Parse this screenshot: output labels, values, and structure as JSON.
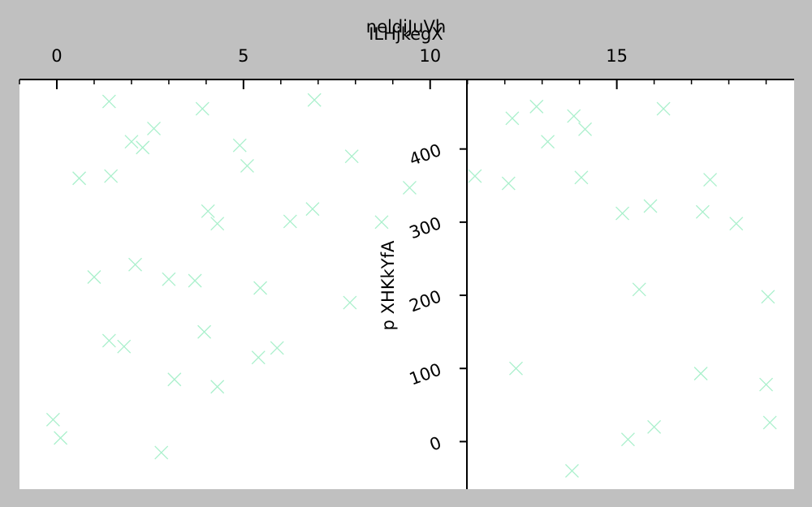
{
  "chart_data": {
    "type": "scatter",
    "title": "neldiJuVh",
    "subtitle": "ILHjkegX",
    "xlabel": "",
    "ylabel": "p XHKkYfA",
    "xlim": [
      -1.0,
      19.75
    ],
    "ylim": [
      -65,
      495
    ],
    "x_ticks": [
      0,
      5,
      10,
      15
    ],
    "y_ticks": [
      0,
      100,
      200,
      300,
      400
    ],
    "grid": false,
    "marker": "x",
    "colors": {
      "marker": "#aaf0cc",
      "plot_bg": "#ffffff",
      "page_bg": "#c0c0c0"
    },
    "series": [
      {
        "x": [
          -0.1,
          0.1,
          0.6,
          1.0,
          1.4,
          1.4,
          1.45,
          1.8,
          2.0,
          2.1,
          2.3,
          2.6,
          2.8,
          3.0,
          3.15,
          3.7,
          3.9,
          3.95,
          4.05,
          4.3,
          4.3,
          4.9,
          5.1,
          5.4,
          5.45,
          5.9,
          6.25,
          6.85,
          6.9,
          7.85,
          7.9,
          8.7,
          9.45,
          11.2,
          12.1,
          12.2,
          12.3,
          12.85,
          13.15,
          13.8,
          13.85,
          14.05,
          14.15,
          15.15,
          15.3,
          15.6,
          15.9,
          16.0,
          16.25,
          17.25,
          17.3,
          17.5,
          18.2,
          19.0,
          19.05,
          19.1
        ],
        "y": [
          30,
          5,
          360,
          225,
          138,
          465,
          363,
          130,
          410,
          242,
          402,
          428,
          -15,
          222,
          85,
          220,
          455,
          150,
          315,
          298,
          75,
          405,
          377,
          115,
          210,
          128,
          301,
          318,
          467,
          190,
          390,
          300,
          347,
          363,
          353,
          442,
          100,
          458,
          410,
          -40,
          445,
          361,
          427,
          312,
          3,
          208,
          322,
          20,
          455,
          93,
          314,
          358,
          298,
          78,
          198,
          26
        ]
      }
    ]
  }
}
